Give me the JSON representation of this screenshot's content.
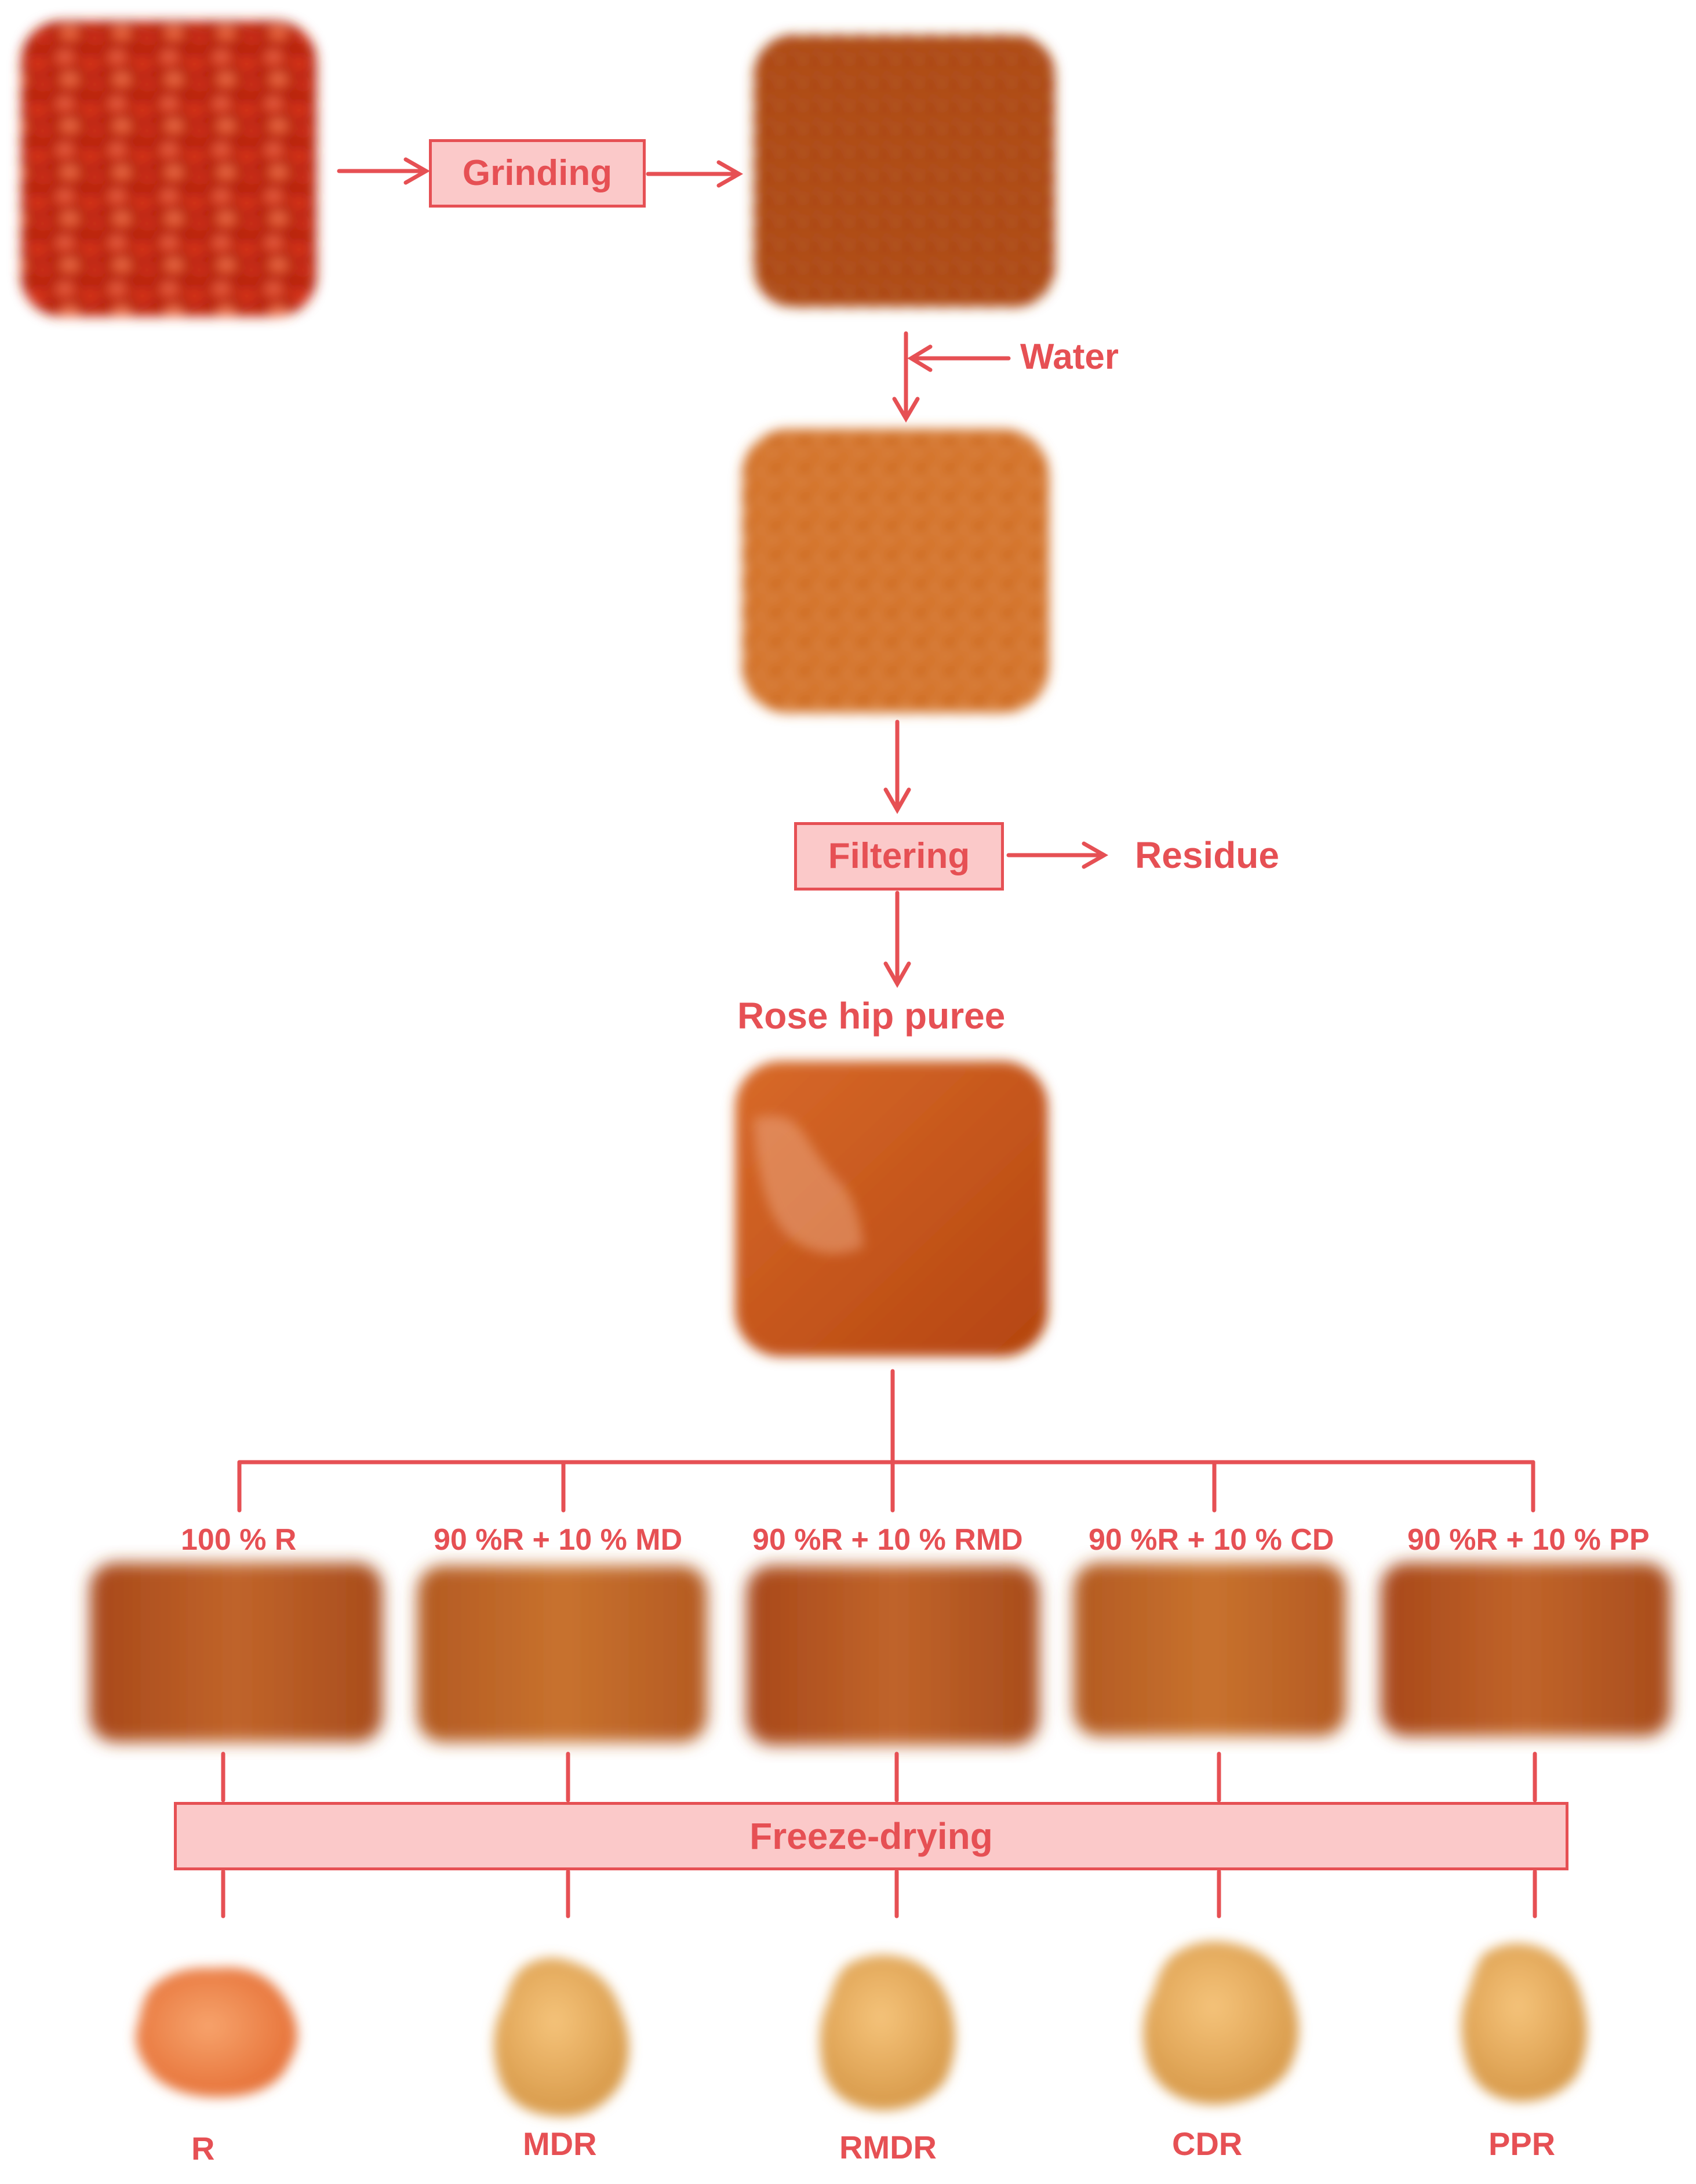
{
  "process": {
    "grinding": "Grinding",
    "water": "Water",
    "filtering": "Filtering",
    "residue": "Residue",
    "puree": "Rose hip puree",
    "freeze_drying": "Freeze-drying"
  },
  "formulations": [
    {
      "mix": "100 % R",
      "product": "R"
    },
    {
      "mix": "90 %R + 10 % MD",
      "product": "MDR"
    },
    {
      "mix": "90 %R + 10 % RMD",
      "product": "RMDR"
    },
    {
      "mix": "90 %R + 10 % CD",
      "product": "CDR"
    },
    {
      "mix": "90 %R + 10 % PP",
      "product": "PPR"
    }
  ],
  "colors": {
    "accent": "#e65054",
    "box_fill": "#fbc9c9",
    "rose_hips": "#c42a1a",
    "ground": "#b8481c",
    "mash": "#d9792f",
    "puree": "#c85214",
    "mixture": "#b55a1f",
    "powder_R": "#f08a4d",
    "powder": "#ecb15f"
  }
}
